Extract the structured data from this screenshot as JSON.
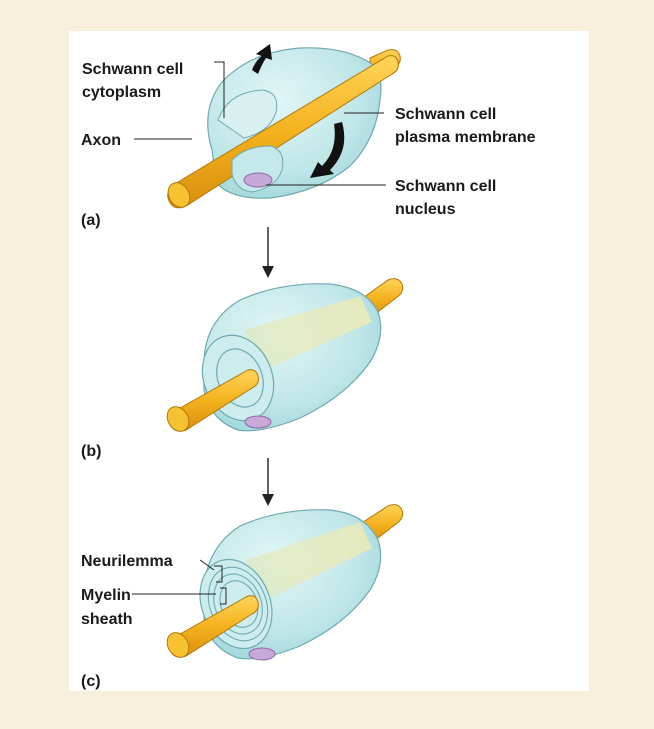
{
  "labels": {
    "schwann_cytoplasm": [
      "Schwann cell",
      "cytoplasm"
    ],
    "axon": "Axon",
    "schwann_membrane": [
      "Schwann cell",
      "plasma membrane"
    ],
    "schwann_nucleus": [
      "Schwann cell",
      "nucleus"
    ],
    "neurilemma": "Neurilemma",
    "myelin_sheath": [
      "Myelin",
      "sheath"
    ]
  },
  "panels": [
    "(a)",
    "(b)",
    "(c)"
  ],
  "colors": {
    "page_background": "#f8f0dc",
    "axon": "#f4b21e",
    "schwann_cell": "#b8e2e4",
    "nucleus": "#c8a8d8"
  }
}
